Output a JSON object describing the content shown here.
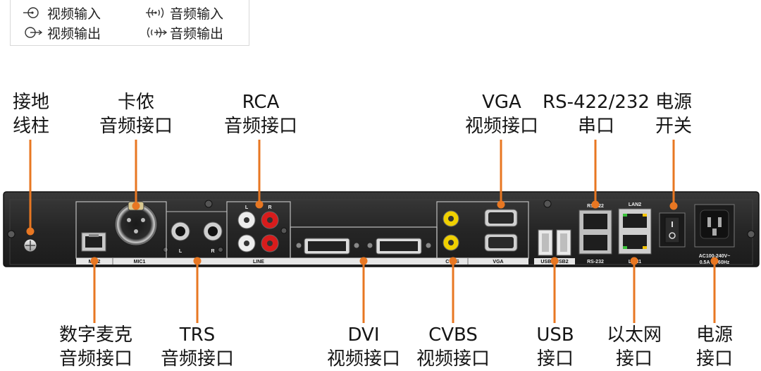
{
  "legend": {
    "video_in": "视频输入",
    "video_out": "视频输出",
    "audio_in": "音频输入",
    "audio_out": "音频输出"
  },
  "callouts": {
    "ground": [
      "接地",
      "线柱"
    ],
    "xlr": [
      "卡侬",
      "音频接口"
    ],
    "rca": [
      "RCA",
      "音频接口"
    ],
    "vga": [
      "VGA",
      "视频接口"
    ],
    "serial": [
      "RS-422/232",
      "串口"
    ],
    "power_switch": [
      "电源",
      "开关"
    ],
    "mic": [
      "数字麦克",
      "音频接口"
    ],
    "trs": [
      "TRS",
      "音频接口"
    ],
    "dvi": [
      "DVI",
      "视频接口"
    ],
    "cvbs": [
      "CVBS",
      "视频接口"
    ],
    "usb": [
      "USB",
      "接口"
    ],
    "ethernet": [
      "以太网",
      "接口"
    ],
    "power": [
      "电源",
      "接口"
    ]
  },
  "panel": {
    "mic2": "MIC2",
    "mic1": "MIC1",
    "trs_l": "L",
    "trs_r": "R",
    "line": "LINE",
    "rca_l": "L",
    "rca_r": "R",
    "cvbs": "CVBS",
    "vga": "VGA",
    "usb": "USB1 USB2",
    "rs422": "RS-422",
    "rs232": "RS-232",
    "lan2": "LAN2",
    "lan1": "LAN1",
    "power_rating_1": "AC100-240V~",
    "power_rating_2": "0.5A 50/60Hz"
  },
  "colors": {
    "callout_line": "#e87722",
    "panel": "#2b2b2b",
    "panel_border": "#3c3c3c",
    "panel_inner_line": "#d8d8d8",
    "rca_red": "#d81c1c",
    "rca_white": "#ededed",
    "rca_yellow": "#f0d000",
    "led_green": "#39c239",
    "led_yellow": "#f2c200"
  }
}
